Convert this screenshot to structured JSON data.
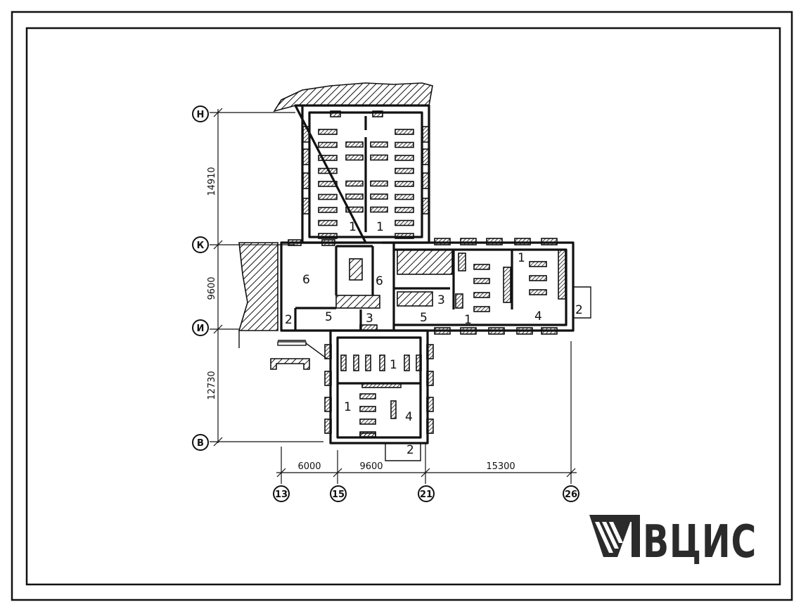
{
  "axes": {
    "rows": [
      "Н",
      "К",
      "И",
      "В"
    ],
    "columns": [
      "13",
      "15",
      "21",
      "26"
    ]
  },
  "dimensions": {
    "vertical": [
      "14910",
      "9600",
      "12730"
    ],
    "horizontal": [
      "6000",
      "9600",
      "15300"
    ]
  },
  "room_labels": {
    "north_1a": "1",
    "north_1b": "1",
    "center_6a": "6",
    "center_6b": "6",
    "west_2": "2",
    "west_5": "5",
    "center_3a": "3",
    "center_3b": "3",
    "east_5": "5",
    "east_1a": "1",
    "east_1b": "1",
    "east_4": "4",
    "east_2": "2",
    "south_1a": "1",
    "south_1b": "1",
    "south_4": "4",
    "south_2": "2"
  },
  "logo": {
    "text": "ВЦИС",
    "icon": "vcis-stripes-logo"
  }
}
